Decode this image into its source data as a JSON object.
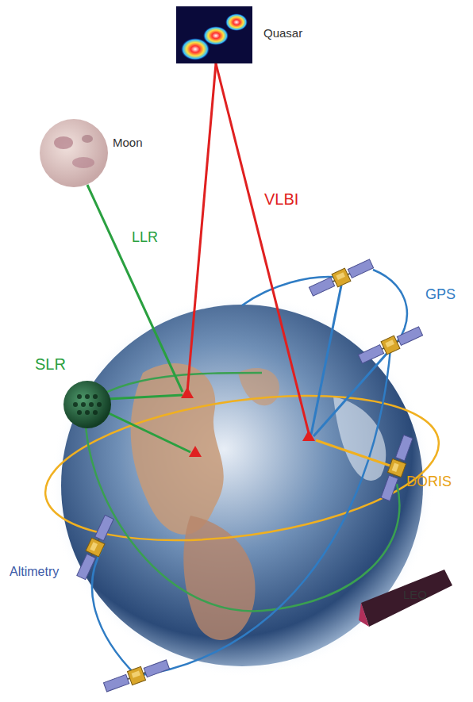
{
  "diagram": {
    "labels": [
      "Quasar",
      "Moon",
      "VLBI",
      "LLR",
      "GPS",
      "SLR",
      "DORIS",
      "Altimetry",
      "LEO"
    ]
  }
}
